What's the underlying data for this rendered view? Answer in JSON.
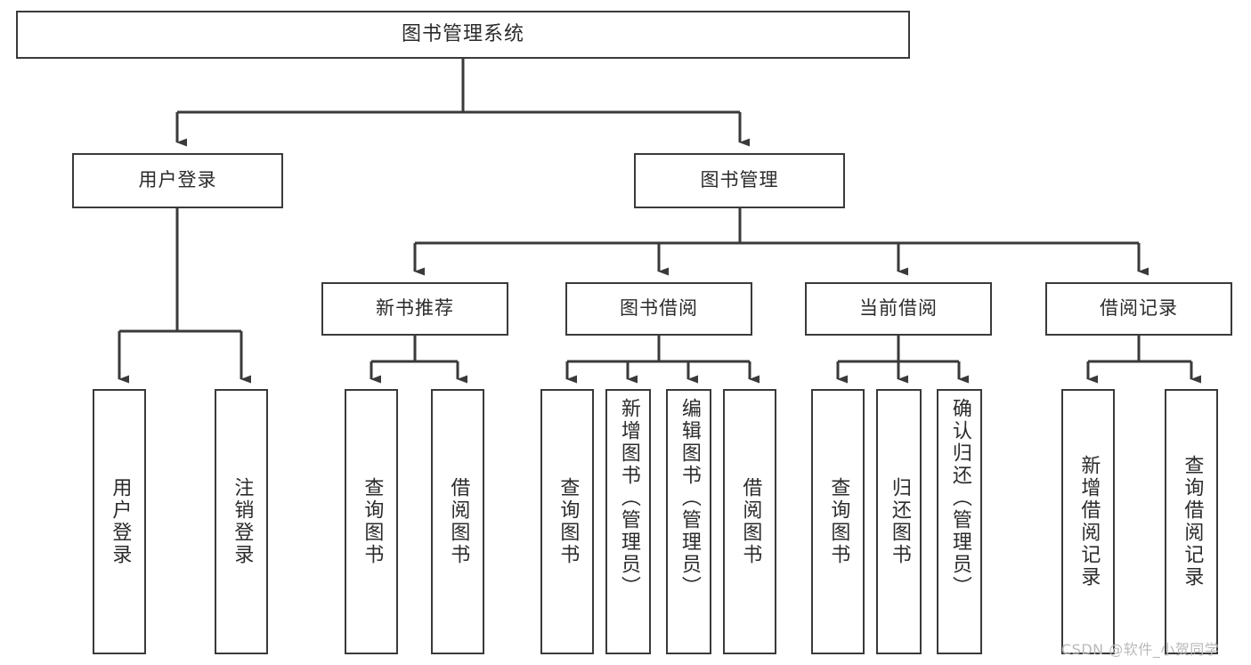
{
  "diagram": {
    "type": "tree-hierarchy",
    "title": "图书管理系统",
    "root": {
      "label": "图书管理系统"
    },
    "level2": [
      {
        "id": "user-login",
        "label": "用户登录"
      },
      {
        "id": "book-manage",
        "label": "图书管理"
      }
    ],
    "level3": [
      {
        "id": "new-book-recommend",
        "label": "新书推荐",
        "parent": "book-manage"
      },
      {
        "id": "book-borrow",
        "label": "图书借阅",
        "parent": "book-manage"
      },
      {
        "id": "current-borrow",
        "label": "当前借阅",
        "parent": "book-manage"
      },
      {
        "id": "borrow-record",
        "label": "借阅记录",
        "parent": "book-manage"
      }
    ],
    "leaves": {
      "user-login": [
        {
          "id": "leaf-user-login",
          "label": "用户登录"
        },
        {
          "id": "leaf-logout",
          "label": "注销登录"
        }
      ],
      "new-book-recommend": [
        {
          "id": "leaf-query-book-1",
          "label": "查询图书"
        },
        {
          "id": "leaf-borrow-book-1",
          "label": "借阅图书"
        }
      ],
      "book-borrow": [
        {
          "id": "leaf-query-book-2",
          "label": "查询图书"
        },
        {
          "id": "leaf-add-book",
          "label": "新增图书（管理员）"
        },
        {
          "id": "leaf-edit-book",
          "label": "编辑图书（管理员）"
        },
        {
          "id": "leaf-borrow-book-2",
          "label": "借阅图书"
        }
      ],
      "current-borrow": [
        {
          "id": "leaf-query-book-3",
          "label": "查询图书"
        },
        {
          "id": "leaf-return-book",
          "label": "归还图书"
        },
        {
          "id": "leaf-confirm-return",
          "label": "确认归还（管理员）"
        }
      ],
      "borrow-record": [
        {
          "id": "leaf-add-record",
          "label": "新增借阅记录"
        },
        {
          "id": "leaf-query-record",
          "label": "查询借阅记录"
        }
      ]
    },
    "colors": {
      "stroke": "#3a3a3a",
      "fill": "#ffffff",
      "text": "#2b2b2b",
      "watermark": "#b9b9b9"
    }
  },
  "watermark": {
    "text": "CSDN @软件_小贺同学"
  }
}
